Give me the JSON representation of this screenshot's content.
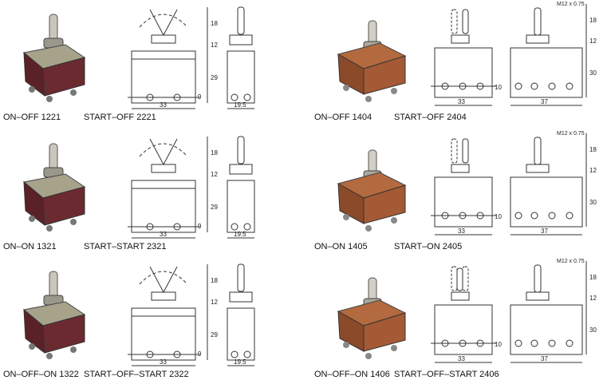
{
  "colors": {
    "body_dark": "#5a2128",
    "body_copper": "#8b4a2a",
    "metal": "#b9b7ab",
    "line": "#222222"
  },
  "drawings": {
    "dims_12xx": {
      "h1": "18",
      "h2": "12",
      "h3": "29",
      "h4": "9",
      "w1": "33",
      "w2": "19.5"
    },
    "dims_14xx": {
      "thread": "M12 x 0.75",
      "h1": "18",
      "h2": "12",
      "h3": "30",
      "h4": "10",
      "w1": "33",
      "w2": "37"
    }
  },
  "items": [
    {
      "model": "ON–OFF 1221",
      "variant": "START–OFF 2221"
    },
    {
      "model": "ON–OFF 1404",
      "variant": "START–OFF 2404"
    },
    {
      "model": "ON–ON 1321",
      "variant": "START–START 2321"
    },
    {
      "model": "ON–ON 1405",
      "variant": "START–ON 2405"
    },
    {
      "model": "ON–OFF–ON 1322",
      "variant": "START–OFF–START 2322"
    },
    {
      "model": "ON–OFF–ON 1406",
      "variant": "START–OFF–START 2406"
    }
  ]
}
